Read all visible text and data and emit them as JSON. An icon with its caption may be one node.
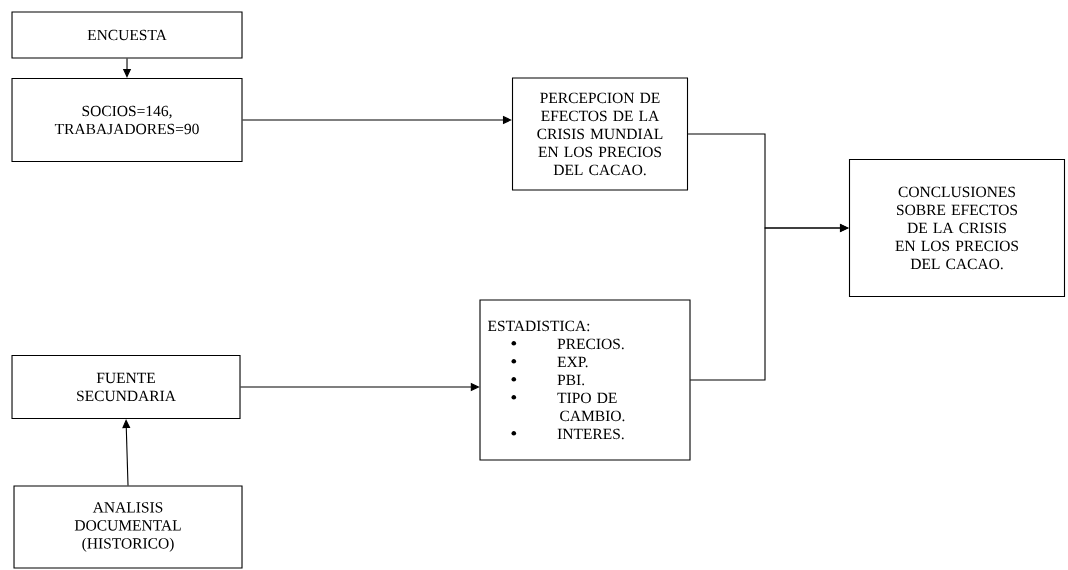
{
  "diagram": {
    "nodes": [
      {
        "text": [
          "ENCUESTA"
        ]
      },
      {
        "text": [
          "SOCIOS=146, TRABAJADORES=90"
        ]
      },
      {
        "text": [
          "PERCEPCION DE EFECTOS DE LA CRISIS MUNDIAL EN LOS PRECIOS DEL CACAO."
        ]
      },
      {
        "text": [
          "CONCLUSIONES SOBRE EFECTOS DE LA CRISIS EN LOS PRECIOS DEL CACAO."
        ]
      },
      {
        "text": [
          "ESTADISTICA:",
          "PRECIOS.",
          "EXP.",
          "PBI.",
          "TIPO DE CAMBIO.",
          "INTERES."
        ]
      },
      {
        "text": [
          "FUENTE SECUNDARIA"
        ]
      },
      {
        "text": [
          "ANALISIS DOCUMENTAL (HISTORICO)"
        ]
      }
    ],
    "edges": [
      {
        "from": 0,
        "to": 1,
        "arrow": "to"
      },
      {
        "from": 1,
        "to": 2,
        "arrow": "to"
      },
      {
        "from": 2,
        "to": 3,
        "arrow": "to"
      },
      {
        "from": 4,
        "to": 3,
        "arrow": "to"
      },
      {
        "from": 6,
        "to": 5,
        "arrow": "to"
      },
      {
        "from": 5,
        "to": 4,
        "arrow": "to"
      }
    ]
  }
}
